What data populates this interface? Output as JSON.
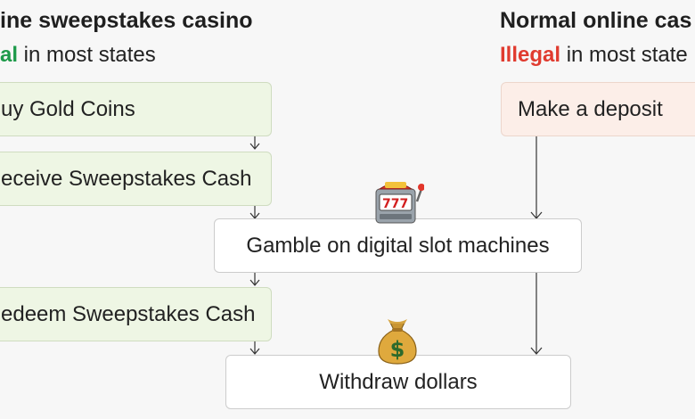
{
  "left": {
    "heading": "ine sweepstakes casino",
    "status_word": "al",
    "status_rest": " in most states",
    "steps": [
      "uy Gold Coins",
      "eceive Sweepstakes Cash",
      "edeem Sweepstakes Cash"
    ]
  },
  "right": {
    "heading": "Normal online cas",
    "status_word": "Illegal",
    "status_rest": " in most state",
    "steps": [
      "Make a deposit"
    ]
  },
  "shared": {
    "gamble": "Gamble on digital slot machines",
    "withdraw": "Withdraw dollars"
  },
  "icons": [
    "slot-machine-icon",
    "money-bag-icon"
  ],
  "colors": {
    "legal": "#1e9a4a",
    "illegal": "#e03b2f",
    "green_box": "#eef6e4",
    "pink_box": "#fceee8"
  }
}
